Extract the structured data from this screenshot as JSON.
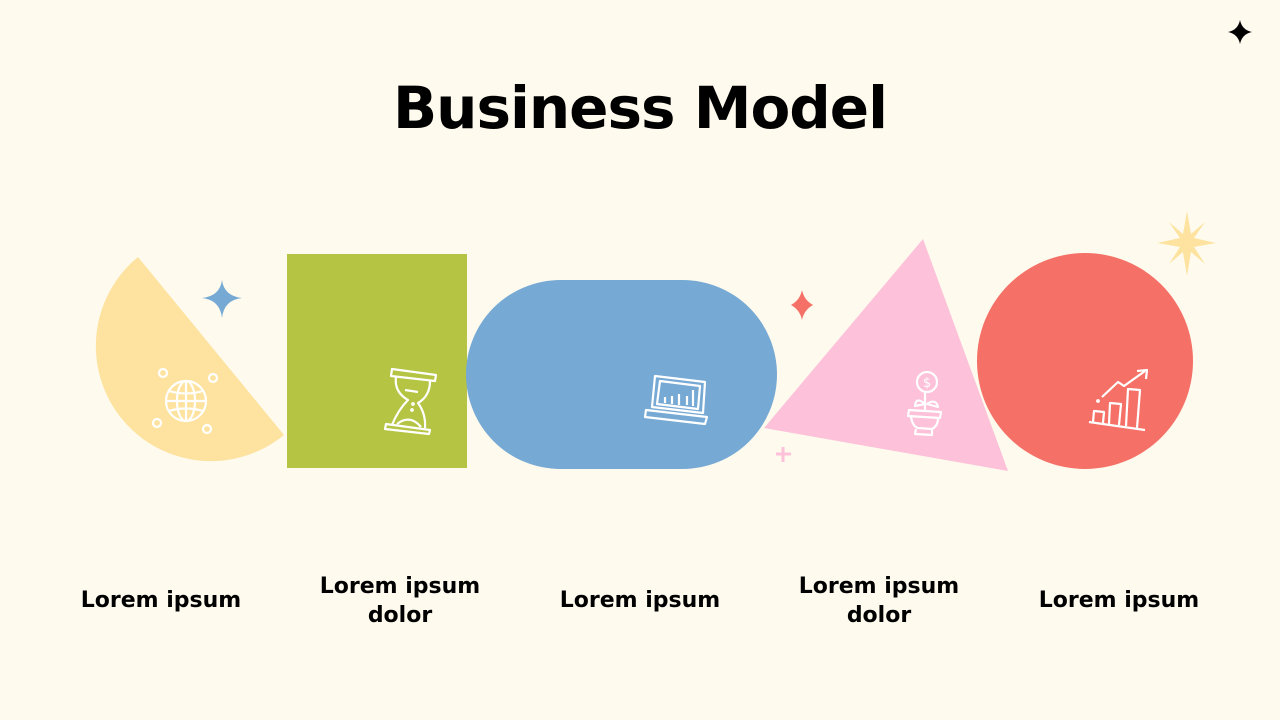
{
  "slide": {
    "title": "Business Model"
  },
  "colors": {
    "background": "#fefaee",
    "yellow": "#fde39f",
    "green": "#b5c443",
    "blue": "#76a9d4",
    "pink": "#fdc1d9",
    "red": "#f57066",
    "text": "#000000"
  },
  "steps": [
    {
      "label": "Lorem ipsum",
      "shape": "half-circle",
      "icon": "globe-network-icon",
      "color": "#fde39f"
    },
    {
      "label": "Lorem ipsum dolor",
      "shape": "rectangle",
      "icon": "hourglass-icon",
      "color": "#b5c443"
    },
    {
      "label": "Lorem ipsum",
      "shape": "stadium",
      "icon": "laptop-chart-icon",
      "color": "#76a9d4"
    },
    {
      "label": "Lorem ipsum dolor",
      "shape": "triangle",
      "icon": "money-plant-icon",
      "color": "#fdc1d9"
    },
    {
      "label": "Lorem ipsum",
      "shape": "circle",
      "icon": "growth-chart-icon",
      "color": "#f57066"
    }
  ],
  "decorations": [
    "black-sparkle-icon",
    "blue-sparkle-icon",
    "red-diamond-sparkle-icon",
    "pink-plus-icon",
    "yellow-starburst-icon"
  ]
}
